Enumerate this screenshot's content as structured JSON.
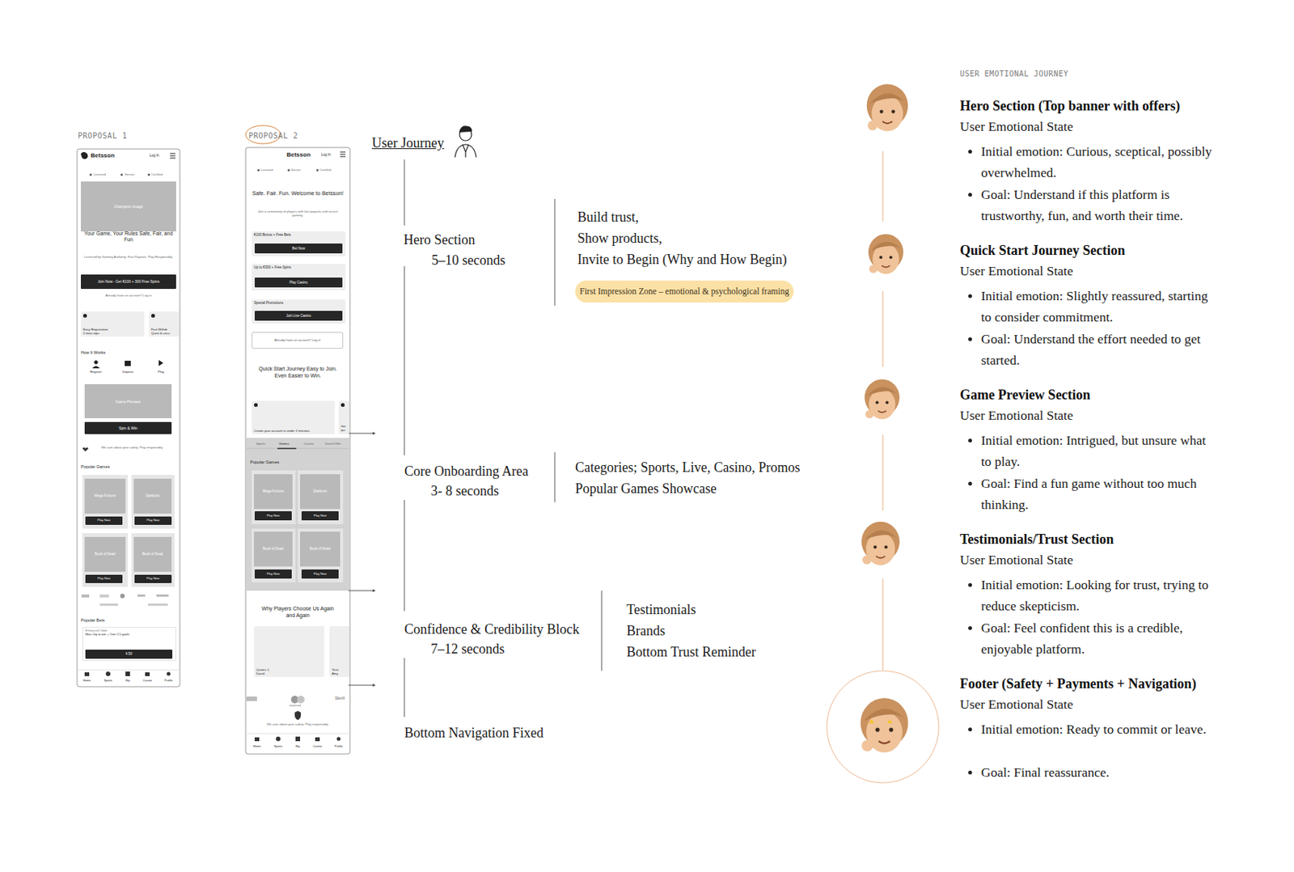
{
  "diagram": {
    "nodes": [
      {
        "text": [
          "Champion Image"
        ]
      },
      {
        "text": [
          "Join Now - Get €100 + 300 Free Spins"
        ]
      },
      {
        "text": [
          "Easy Registration",
          "2 mins tops"
        ]
      },
      {
        "text": [
          "Fast Withdr",
          "Quick & secu"
        ]
      },
      {
        "text": [
          "Game Preview"
        ]
      },
      {
        "text": [
          "Spin & Win"
        ]
      },
      {
        "text": [
          "Mega Fortune"
        ]
      },
      {
        "text": [
          "Play Now"
        ]
      },
      {
        "text": [
          "Starburst"
        ]
      },
      {
        "text": [
          "Play Now"
        ]
      },
      {
        "text": [
          "Book of Dead"
        ]
      },
      {
        "text": [
          "Play Now"
        ]
      },
      {
        "text": [
          "Book of Dead"
        ]
      },
      {
        "text": [
          "Play Now"
        ]
      },
      {
        "text": [
          "Enhanced Odds",
          "Man City to win + Over 2.5 goals"
        ]
      },
      {
        "text": [
          "4.50"
        ],
        "in": 14
      },
      {
        "text": [
          "€100 Bonus + Free Bets"
        ]
      },
      {
        "text": [
          "Bet Now"
        ],
        "in": 16
      },
      {
        "text": [
          "Up to €300 + Free Spins"
        ]
      },
      {
        "text": [
          "Play Casino"
        ],
        "in": 18
      },
      {
        "text": [
          "Special Promotions"
        ]
      },
      {
        "text": [
          "Join Live Casino"
        ],
        "in": 20
      },
      {
        "text": [
          "Already have an account? Log in"
        ]
      },
      {
        "text": [
          "Create your account in under 2 minutes."
        ]
      },
      {
        "text": [
          "Get qui"
        ]
      },
      {
        "text": [
          "Mega Fortune"
        ]
      },
      {
        "text": [
          "Play Now"
        ]
      },
      {
        "text": [
          "Starburst"
        ]
      },
      {
        "text": [
          "Play Now"
        ]
      },
      {
        "text": [
          "Book of Dead"
        ]
      },
      {
        "text": [
          "Play Now"
        ]
      },
      {
        "text": [
          "Book of Dead"
        ]
      },
      {
        "text": [
          "Play Now"
        ]
      },
      {
        "text": [
          "Quotes 1",
          "David"
        ]
      },
      {
        "text": [
          "Testi",
          "Amy"
        ]
      },
      {
        "text": [
          "First Impression Zone – emotional & psychological framing"
        ]
      }
    ],
    "labels": [
      "Betsson",
      "Log In",
      "Licensed",
      "Secure",
      "Certified",
      "Your Game, Your Rules Safe, Fair, and Fun",
      "Licensed by Gaming Authority. Fast Payouts. Play Responsibly.",
      "Already have an account? Log in",
      "How It Works",
      "Register",
      "Deposit",
      "Play",
      "We care about your safety. Play responsibly.",
      "Popular Games",
      "Popular Bets",
      "Home",
      "Sports",
      "Bip",
      "Casino",
      "Profile",
      "Betsson",
      "Log In",
      "Licensed",
      "Secure",
      "Certified",
      "Safe. Fair. Fun. Welcome to Betsson!",
      "Join a community of players with fast payouts and secure gaming.",
      "Quick Start Journey Easy to Join. Even Easier to Win.",
      "Sports",
      "Games",
      "Casino",
      "Deals/Offer",
      "Popular Games",
      "Why Players Choose Us Again and Again",
      "Skrill",
      "mastercard",
      "We care about your safety. Play responsibly.",
      "Home",
      "Sports",
      "Bip",
      "Casino",
      "Profile",
      "PROPOSAL 1",
      "PROPOSAL 2",
      "User Journey",
      "Hero Section",
      "5–10 seconds",
      "Build trust,",
      "Show products,",
      "Invite to Begin (Why and How Begin)",
      "Core Onboarding Area",
      "3- 8 seconds",
      "Categories; Sports, Live, Casino, Promos",
      "Popular Games Showcase",
      "Confidence & Credibility Block",
      "7–12 seconds",
      "Testimonials",
      "Brands",
      "Bottom Trust Reminder",
      "Bottom Navigation Fixed",
      "USER EMOTIONAL JOURNEY",
      "Hero Section (Top banner with offers)",
      "User Emotional State",
      "Initial emotion: Curious, sceptical, possibly overwhelmed.",
      "Goal: Understand if this platform is trustworthy, fun, and worth their time.",
      "Quick Start Journey Section",
      "User Emotional State",
      "Initial emotion: Slightly reassured, starting to consider commitment.",
      "Goal: Understand the effort needed to get started.",
      "Game Preview Section",
      "User Emotional State",
      "Initial emotion: Intrigued, but unsure what to play.",
      "Goal: Find a fun game without too much thinking.",
      "Testimonials/Trust Section",
      "User Emotional State",
      "Initial emotion: Looking for trust, trying to reduce skepticism.",
      "Goal: Feel confident this is a credible, enjoyable platform.",
      "Footer (Safety + Payments + Navigation)",
      "User Emotional State",
      "Initial emotion: Ready to commit or leave.",
      "Goal: Final reassurance."
    ]
  }
}
